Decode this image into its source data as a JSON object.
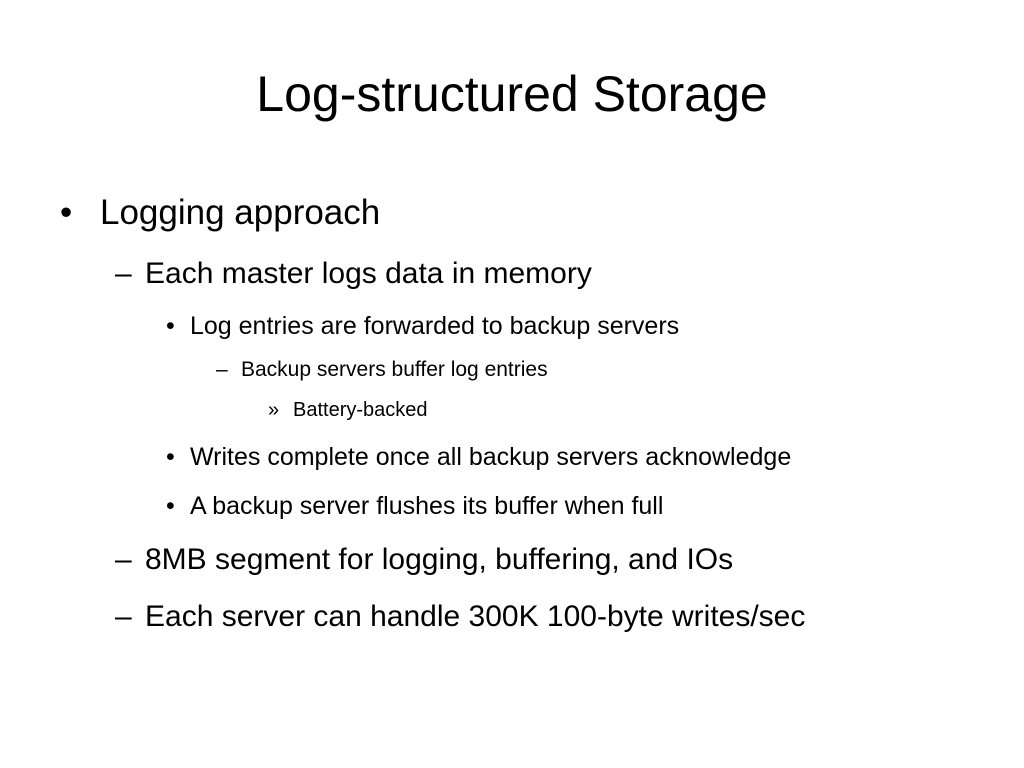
{
  "slide": {
    "title": "Log-structured Storage",
    "bullets": [
      {
        "marker": "•",
        "text": "Logging approach"
      },
      {
        "marker": "–",
        "text": "Each master logs data in memory"
      },
      {
        "marker": "•",
        "text": "Log entries are forwarded to backup servers"
      },
      {
        "marker": "–",
        "text": "Backup servers buffer log entries"
      },
      {
        "marker": "»",
        "text": "Battery-backed"
      },
      {
        "marker": "•",
        "text": "Writes complete once all backup servers acknowledge"
      },
      {
        "marker": "•",
        "text": "A backup server flushes its buffer when full"
      },
      {
        "marker": "–",
        "text": "8MB segment for logging, buffering, and IOs"
      },
      {
        "marker": "–",
        "text": "Each server can handle 300K 100-byte writes/sec"
      }
    ]
  }
}
